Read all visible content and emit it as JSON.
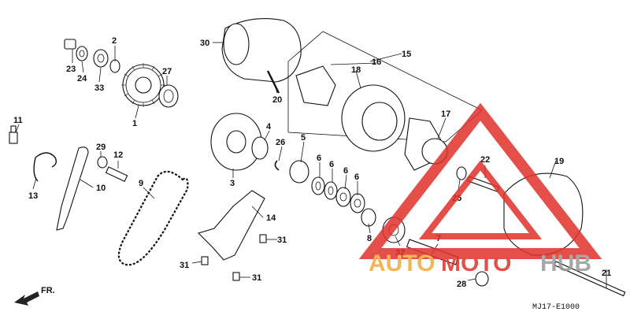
{
  "callouts": [
    {
      "id": "c1",
      "text": "1"
    },
    {
      "id": "c2",
      "text": "2"
    },
    {
      "id": "c3",
      "text": "3"
    },
    {
      "id": "c4",
      "text": "4"
    },
    {
      "id": "c5",
      "text": "5"
    },
    {
      "id": "c6a",
      "text": "6"
    },
    {
      "id": "c6b",
      "text": "6"
    },
    {
      "id": "c6c",
      "text": "6"
    },
    {
      "id": "c6d",
      "text": "6"
    },
    {
      "id": "c7",
      "text": "7"
    },
    {
      "id": "c8",
      "text": "8"
    },
    {
      "id": "c9",
      "text": "9"
    },
    {
      "id": "c10",
      "text": "10"
    },
    {
      "id": "c11",
      "text": "11"
    },
    {
      "id": "c12",
      "text": "12"
    },
    {
      "id": "c13",
      "text": "13"
    },
    {
      "id": "c14",
      "text": "14"
    },
    {
      "id": "c15",
      "text": "15"
    },
    {
      "id": "c16",
      "text": "16"
    },
    {
      "id": "c17",
      "text": "17"
    },
    {
      "id": "c18",
      "text": "18"
    },
    {
      "id": "c19",
      "text": "19"
    },
    {
      "id": "c20",
      "text": "20"
    },
    {
      "id": "c21",
      "text": "21"
    },
    {
      "id": "c22",
      "text": "22"
    },
    {
      "id": "c23",
      "text": "23"
    },
    {
      "id": "c24",
      "text": "24"
    },
    {
      "id": "c25",
      "text": "25"
    },
    {
      "id": "c26",
      "text": "26"
    },
    {
      "id": "c27",
      "text": "27"
    },
    {
      "id": "c28",
      "text": "28"
    },
    {
      "id": "c29",
      "text": "29"
    },
    {
      "id": "c30",
      "text": "30"
    },
    {
      "id": "c31a",
      "text": "31"
    },
    {
      "id": "c31b",
      "text": "31"
    },
    {
      "id": "c31c",
      "text": "31"
    },
    {
      "id": "c32",
      "text": "32"
    },
    {
      "id": "c33",
      "text": "33"
    }
  ],
  "direction_label": "FR.",
  "diagram_code": "MJ17-E1000",
  "watermark": {
    "text_part1": "AUTO",
    "text_part2": "MOTO",
    "text_part3": "HUB",
    "color_red": "#e0322a",
    "color_orange": "#f2a93b",
    "color_grey": "#9a9a9a"
  }
}
